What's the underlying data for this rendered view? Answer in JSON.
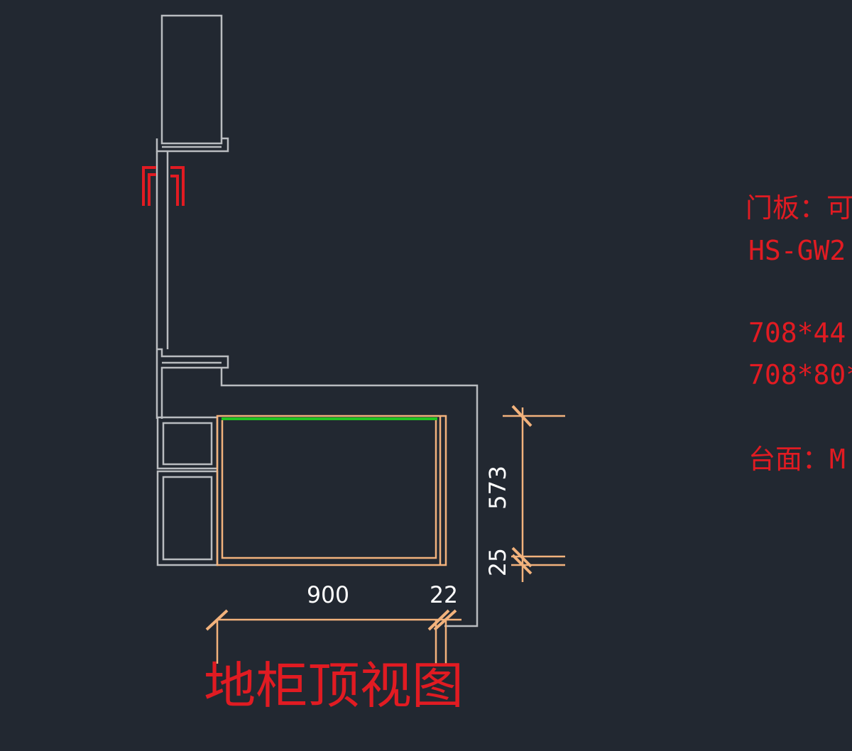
{
  "drawing": {
    "title": "地柜顶视图",
    "door_mark": "门",
    "colors": {
      "background": "#222831",
      "outline_gray": "#b9bcc0",
      "cabinet_orange": "#f2b27c",
      "green_edge": "#22c422",
      "annotation_red": "#e11b22",
      "dimension_text": "#ffffff"
    },
    "dimensions": {
      "width": "900",
      "thickness": "22",
      "depth": "573",
      "gap": "25"
    },
    "notes": [
      "门板：可",
      "HS-GW2",
      "708*44",
      "708*80*",
      "台面：M"
    ]
  }
}
